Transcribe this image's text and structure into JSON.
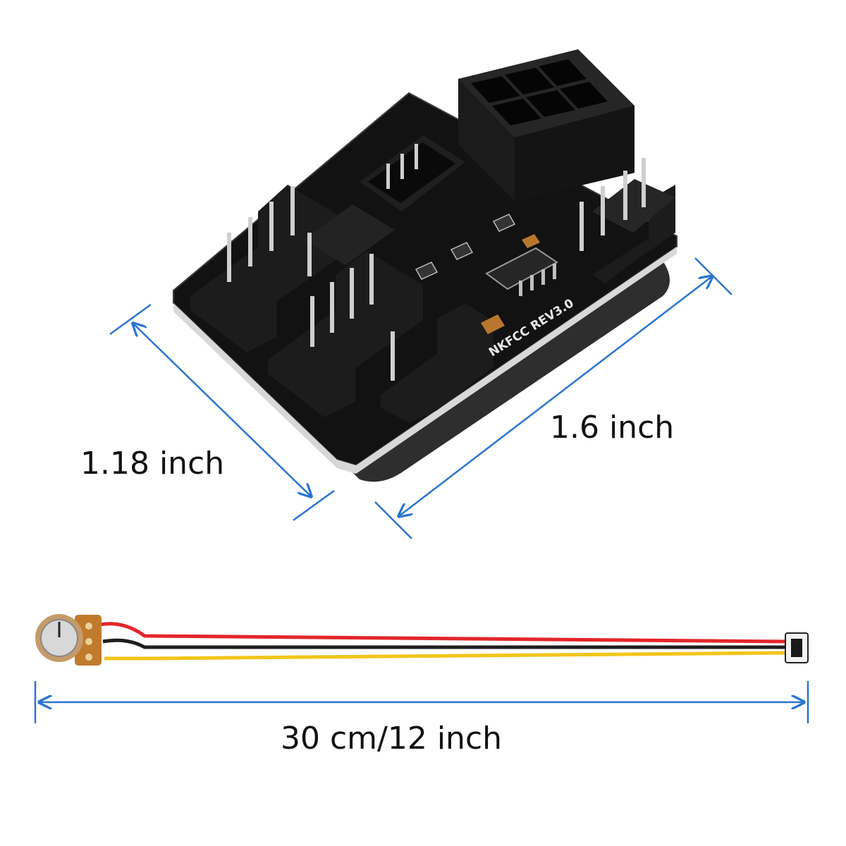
{
  "pcb": {
    "silkscreen_label": "NKFCC REV3.0"
  },
  "dimensions": {
    "width": "1.18 inch",
    "length": "1.6 inch",
    "cable_length": "30 cm/12 inch"
  },
  "colors": {
    "arrow": "#2a74d2",
    "pcb": "#121212",
    "connector": "#1c1c1c",
    "pin": "#cfcfcf",
    "wire_red": "#e3262a",
    "wire_black": "#1e1e1e",
    "wire_yellow": "#f2c51b",
    "potentiometer_board": "#c07a2c"
  },
  "icons": {
    "product": "fan-hub-board-illustration",
    "accessory": "potentiometer-cable-illustration"
  }
}
